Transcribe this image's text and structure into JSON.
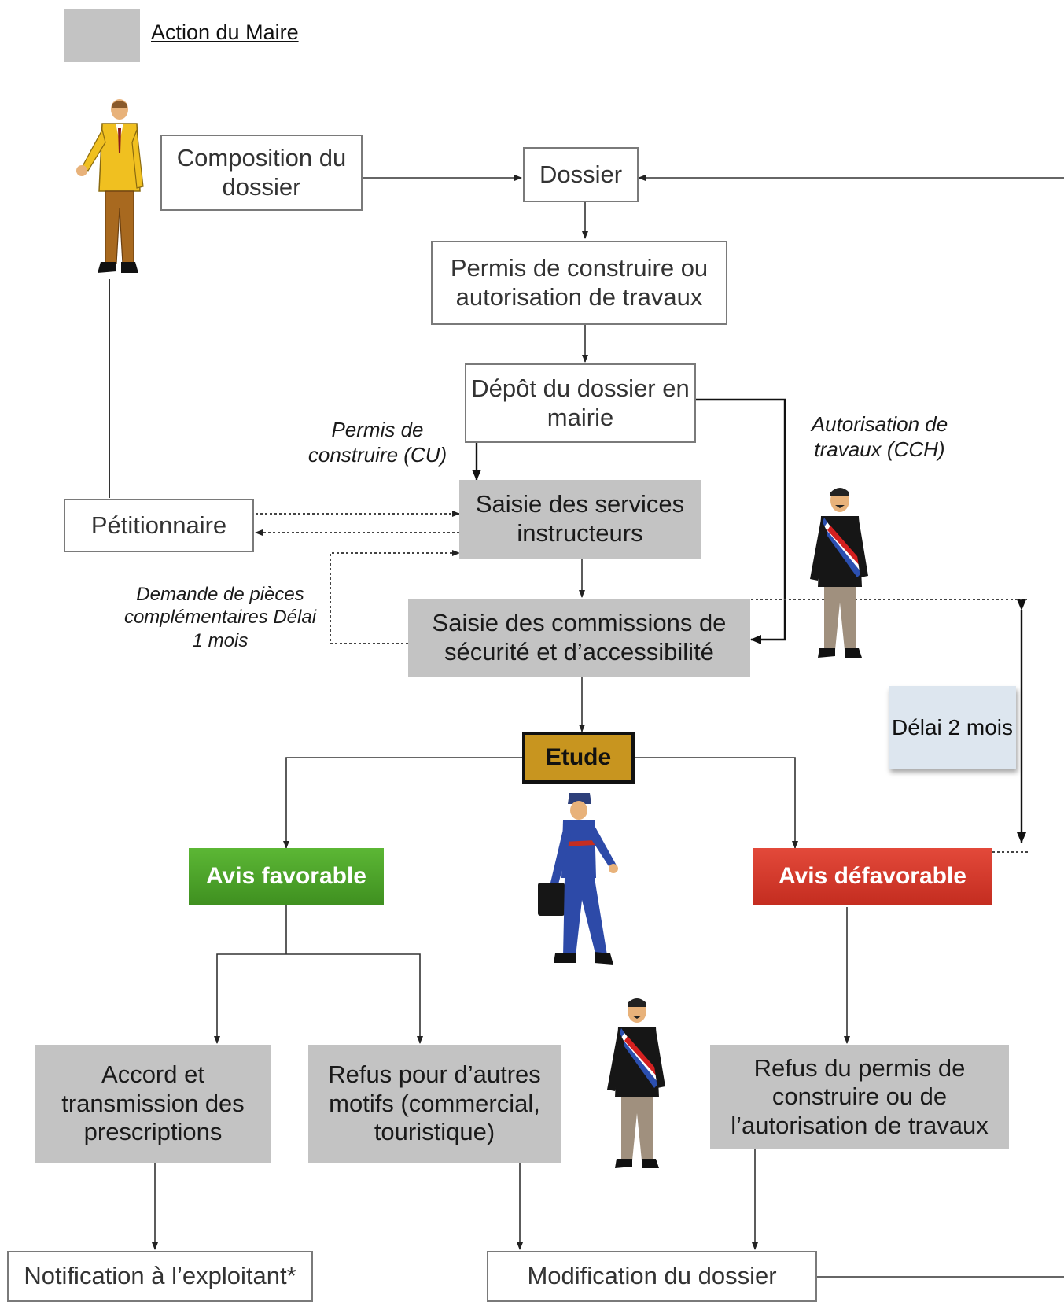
{
  "legend": {
    "label": "Action du Maire"
  },
  "nodes": {
    "composition": "Composition du dossier",
    "dossier": "Dossier",
    "permis": "Permis de construire ou autorisation de travaux",
    "depot": "Dépôt du dossier en mairie",
    "petitionnaire": "Pétitionnaire",
    "saisie_services": "Saisie des services instructeurs",
    "saisie_commissions": "Saisie des commissions de sécurité et d’accessibilité",
    "etude": "Etude",
    "avis_favorable": "Avis favorable",
    "avis_defavorable": "Avis défavorable",
    "accord": "Accord et transmission des prescriptions",
    "refus_autres": "Refus pour d’autres motifs (commercial, touristique)",
    "refus_permis": "Refus du permis de construire ou de l’autorisation de travaux",
    "notification": "Notification à l’exploitant*",
    "modification": "Modification du dossier"
  },
  "edge_labels": {
    "permis_cu": "Permis de construire (CU)",
    "autorisation_cch": "Autorisation de travaux (CCH)",
    "demande_pieces": "Demande de pièces complémentaires Délai 1 mois",
    "delai_2_mois": "Délai 2 mois"
  },
  "colors": {
    "grey_box": "#c3c3c3",
    "etude": "#c8951f",
    "favorable": "#4fa52a",
    "defavorable": "#d63a2b",
    "note": "#dde6ef"
  },
  "figures": [
    "petitioner-figure",
    "mayor-figure",
    "firefighter-figure"
  ]
}
